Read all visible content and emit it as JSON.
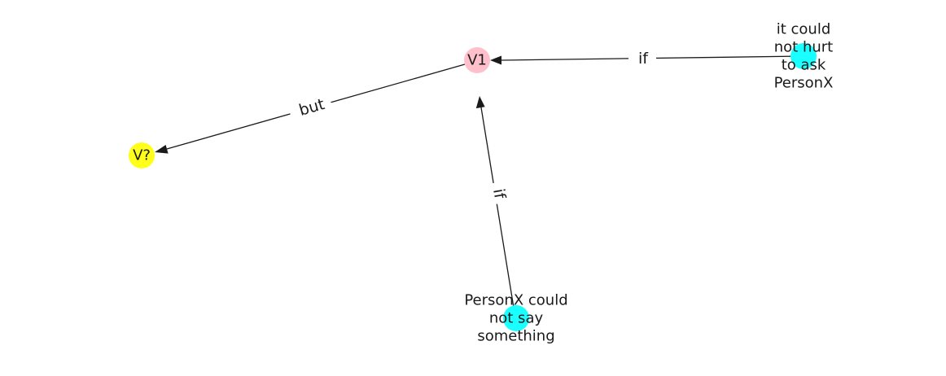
{
  "graph": {
    "nodes": {
      "v1": {
        "label": "V1",
        "color": "#ffc0cb"
      },
      "vq": {
        "label": "V?",
        "color": "#ffff1a"
      },
      "hurt": {
        "label_lines": [
          "it could",
          "not hurt",
          "to ask",
          "PersonX"
        ],
        "color": "#1affff"
      },
      "say": {
        "label_lines": [
          "PersonX could",
          "not say",
          "something"
        ],
        "color": "#1affff"
      }
    },
    "edges": {
      "v1_to_vq": {
        "from": "V1",
        "to": "V?",
        "label": "but"
      },
      "hurt_to_v1": {
        "from": "it could not hurt to ask PersonX",
        "to": "V1",
        "label": "if"
      },
      "say_to_v1": {
        "from": "PersonX could not say something",
        "to": "V1",
        "label": "if"
      }
    }
  }
}
